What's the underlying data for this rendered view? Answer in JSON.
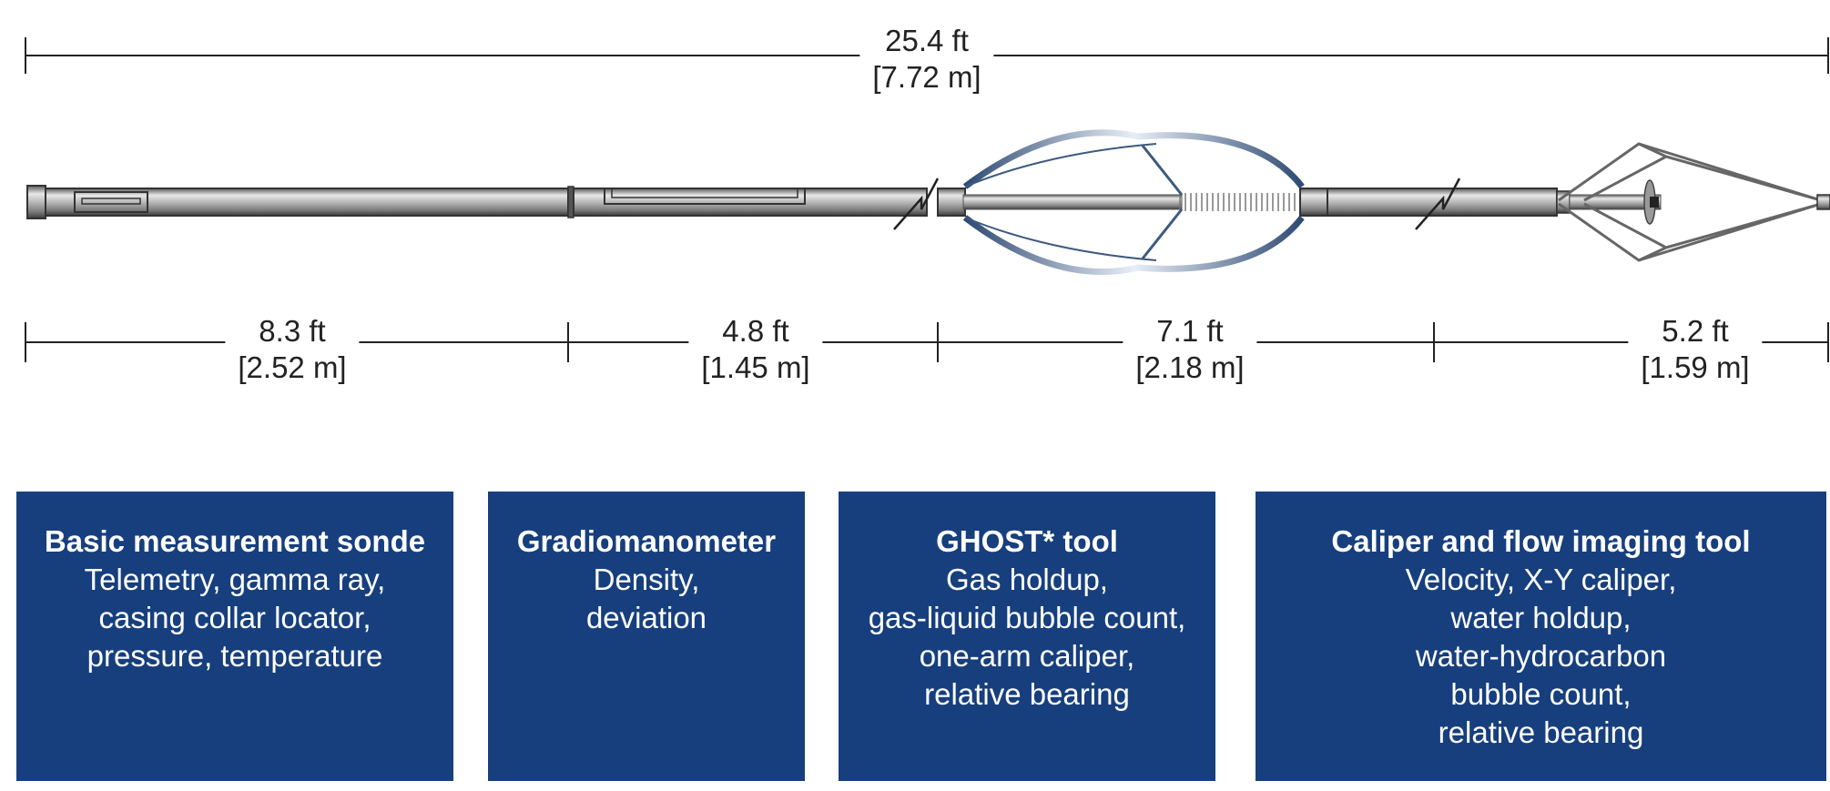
{
  "overall_dimension": {
    "ft": "25.4 ft",
    "m": "[7.72 m]"
  },
  "section_dimensions": [
    {
      "ft": "8.3 ft",
      "m": "[2.52 m]"
    },
    {
      "ft": "4.8 ft",
      "m": "[1.45 m]"
    },
    {
      "ft": "7.1 ft",
      "m": "[2.18 m]"
    },
    {
      "ft": "5.2 ft",
      "m": "[1.59 m]"
    }
  ],
  "tool_boxes": [
    {
      "title": "Basic measurement sonde",
      "lines": [
        "Telemetry, gamma ray,",
        "casing collar locator,",
        "pressure, temperature"
      ]
    },
    {
      "title": "Gradiomanometer",
      "lines": [
        "Density,",
        "deviation"
      ]
    },
    {
      "title": "GHOST* tool",
      "lines": [
        "Gas holdup,",
        "gas-liquid bubble count,",
        "one-arm caliper,",
        "relative bearing"
      ]
    },
    {
      "title": "Caliper and flow imaging tool",
      "lines": [
        "Velocity, X-Y caliper,",
        "water holdup,",
        "water-hydrocarbon",
        "bubble count,",
        "relative bearing"
      ]
    }
  ],
  "colors": {
    "box_fill": "#173f7e",
    "tool_steel": "#8a8a8a",
    "ghost_arms": "#3d5a80"
  }
}
